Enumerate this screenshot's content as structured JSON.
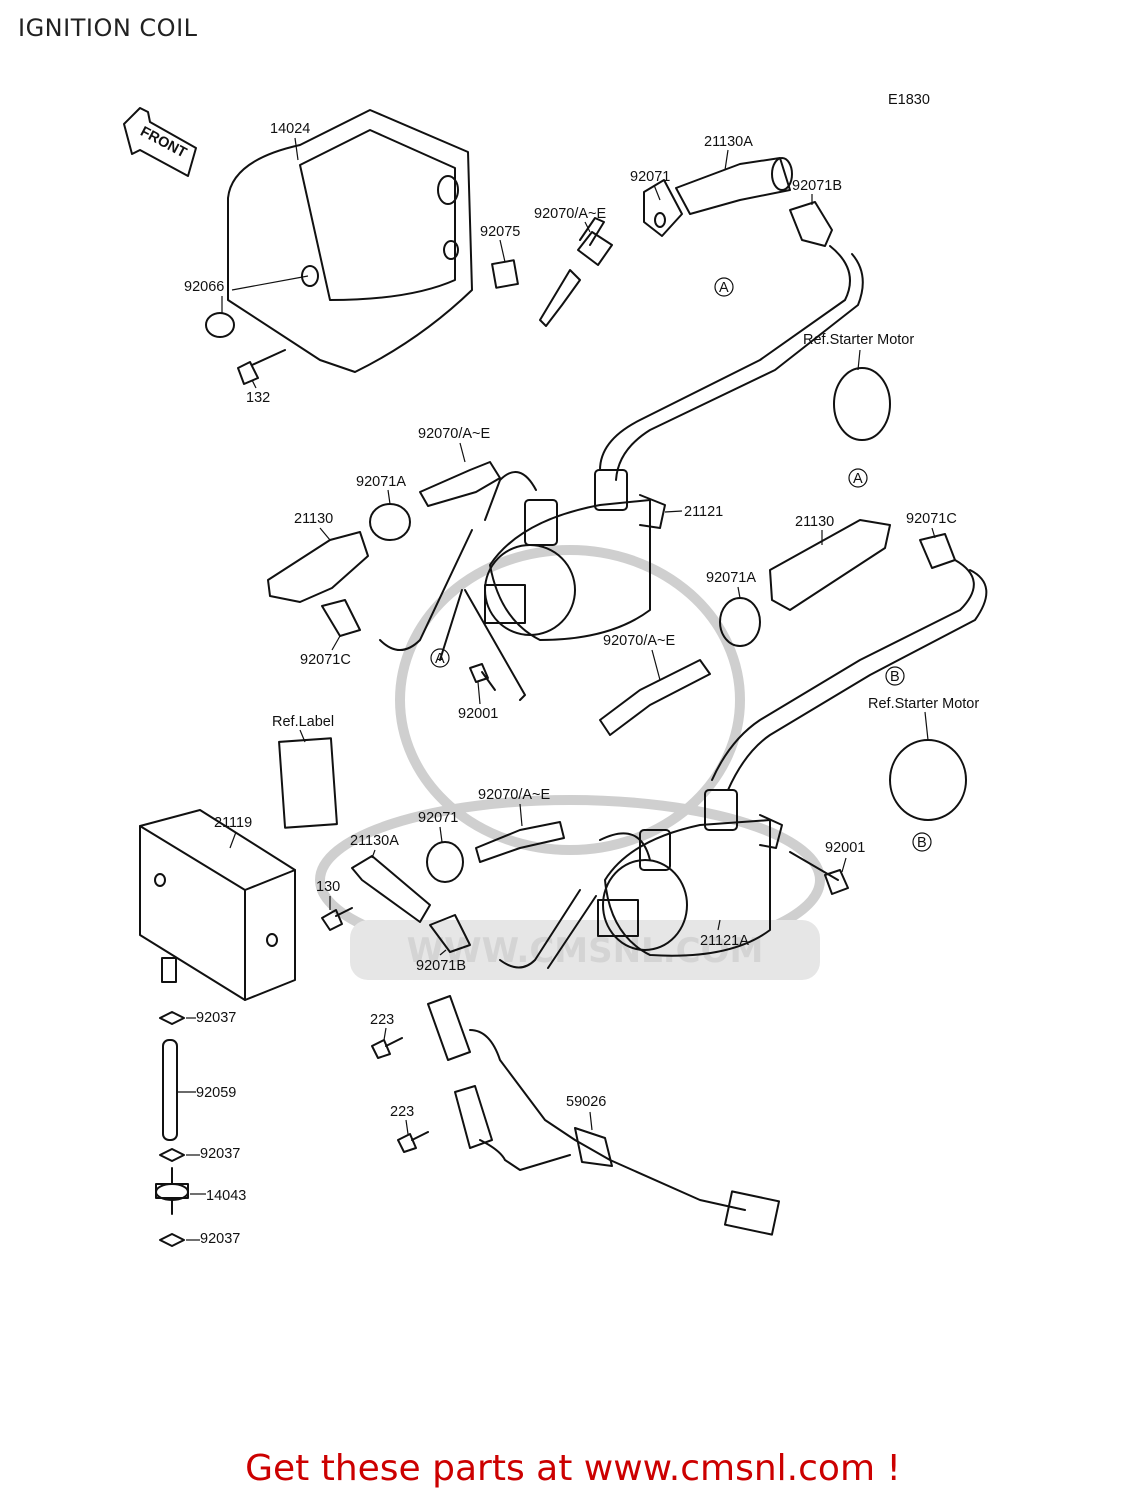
{
  "title": "IGNITION COIL",
  "diagram_code": "E1830",
  "front_label": "FRONT",
  "watermark": "WWW.CMSNL.COM",
  "footer": "Get these parts at www.cmsnl.com !",
  "labels": [
    "14024",
    "21130A",
    "92071",
    "92071B",
    "92070/A~E",
    "92075",
    "92066",
    "132",
    "Ref.Starter Motor",
    "A",
    "92070/A~E",
    "92071A",
    "21130",
    "21121",
    "21130",
    "92071C",
    "92071A",
    "92071C",
    "A",
    "92001",
    "92070/A~E",
    "B",
    "Ref.Starter Motor",
    "B",
    "Ref.Label",
    "21119",
    "92070/A~E",
    "92071",
    "21130A",
    "130",
    "92001",
    "92071B",
    "21121A",
    "92037",
    "223",
    "59026",
    "92059",
    "223",
    "92037",
    "14043",
    "92037"
  ]
}
